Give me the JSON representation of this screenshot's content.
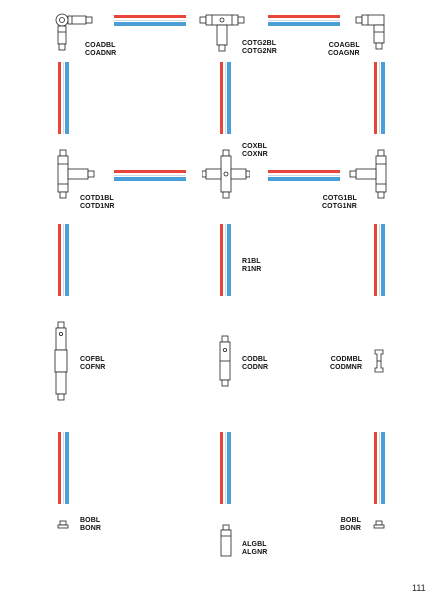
{
  "labels": {
    "coad": [
      "COADBL",
      "COADNR"
    ],
    "cotg2": [
      "COTG2BL",
      "COTG2NR"
    ],
    "coag": [
      "COAGBL",
      "COAGNR"
    ],
    "cox": [
      "COXBL",
      "COXNR"
    ],
    "cotd1": [
      "COTD1BL",
      "COTD1NR"
    ],
    "cotg1": [
      "COTG1BL",
      "COTG1NR"
    ],
    "r1": [
      "R1BL",
      "R1NR"
    ],
    "cof": [
      "COFBL",
      "COFNR"
    ],
    "cod": [
      "CODBL",
      "CODNR"
    ],
    "codm": [
      "CODMBL",
      "CODMNR"
    ],
    "bo_left": [
      "BOBL",
      "BONR"
    ],
    "bo_right": [
      "BOBL",
      "BONR"
    ],
    "alg": [
      "ALGBL",
      "ALGNR"
    ]
  },
  "page_number": "111",
  "colors": {
    "rail_red": "#e8443a",
    "rail_blue": "#4a9fd8",
    "rail_grey": "#d5d7de"
  },
  "icons": [
    "corner-connector-icon",
    "tee-connector-icon",
    "cross-connector-icon",
    "flexible-connector-icon",
    "straight-connector-icon",
    "mini-connector-icon",
    "end-cap-icon",
    "feed-connector-icon"
  ]
}
